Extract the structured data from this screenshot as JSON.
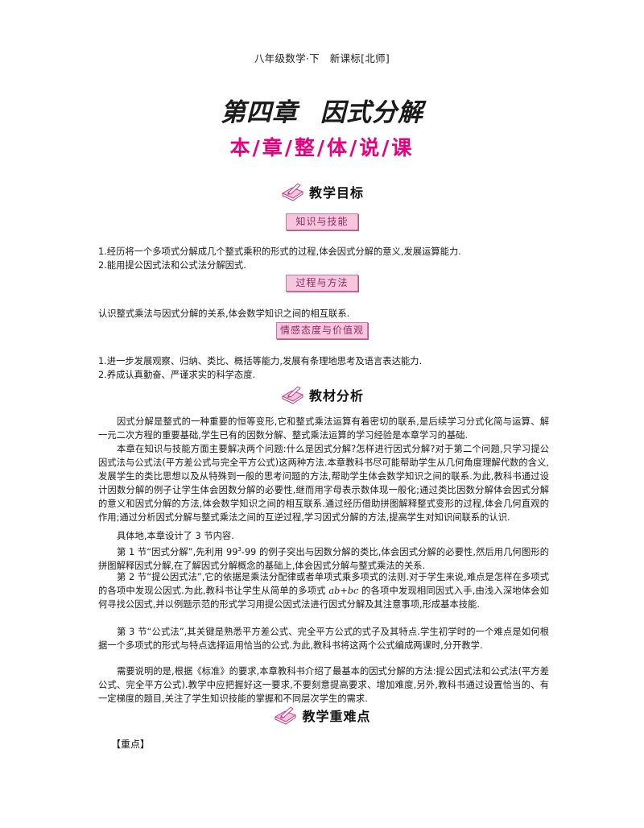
{
  "header": "八年级数学·下　新课标[北师]",
  "chapter_title": {
    "part1": "第四章",
    "part2": "因式分解"
  },
  "subtitle": "本/章/整/体/说/课",
  "sections": {
    "objectives": "教学目标",
    "analysis": "教材分析",
    "key_points": "教学重难点"
  },
  "tags": {
    "knowledge": "知识与技能",
    "process": "过程与方法",
    "attitude": "情感态度与价值观"
  },
  "objectives": {
    "knowledge_1": "1.经历将一个多项式分解成几个整式乘积的形式的过程,体会因式分解的意义,发展运算能力.",
    "knowledge_2": "2.能用提公因式法和公式法分解因式.",
    "process_1": "认识整式乘法与因式分解的关系,体会数学知识之间的相互联系.",
    "attitude_1": "1.进一步发展观察、归纳、类比、概括等能力,发展有条理地思考及语言表达能力.",
    "attitude_2": "2.养成认真勤奋、严谨求实的科学态度."
  },
  "analysis": {
    "para1": "因式分解是整式的一种重要的恒等变形,它和整式乘法运算有着密切的联系,是后续学习分式化简与运算、解一元二次方程的重要基础,学生已有的因数分解、整式乘法运算的学习经验是本章学习的基础.",
    "para2": "本章在知识与技能方面主要解决两个问题:什么是因式分解?怎样进行因式分解?对于第二个问题,只学习提公因式法与公式法(平方差公式与完全平方公式)这两种方法.本章教科书尽可能帮助学生从几何角度理解代数的含义,发展学生的类比思想以及从特殊到一般的思考问题的方法,帮助学生体会数学知识之间的联系.为此,教科书通过设计因数分解的例子让学生体会因数分解的必要性,继而用字母表示数体现一般化;通过类比因数分解体会因式分解的意义和因式分解的方法,体会数学知识之间的相互联系.通过经历借助拼图解释整式变形的过程,体会几何直观的作用;通过分析因式分解与整式乘法之间的互逆过程,学习因式分解的方法,提高学生对知识间联系的认识.",
    "para3": "具体地,本章设计了 3 节内容.",
    "para4_a": "第 1 节“因式分解”,先利用 99",
    "para4_sup": "3",
    "para4_b": "-99 的例子突出与因数分解的类比,体会因式分解的必要性,然后用几何图形的拼图解释因式分解,在了解因式分解概念的基础上,体会因式分解与整式乘法的关系.",
    "para5_a": "第 2 节“提公因式法”,它的依据是乘法分配律或者单项式乘多项式的法则.对于学生来说,难点是怎样在多项式的各项中发现公因式.为此,教科书让学生从简单的多项式 ",
    "para5_math": "ab+bc",
    "para5_b": " 的各项中发现相同因式入手,由浅入深地体会如何寻找公因式,并以例题示范的形式学习用提公因式法进行因式分解及其注意事项,形成基本技能.",
    "para6": "第 3 节“公式法”,其关键是熟悉平方差公式、完全平方公式的式子及其特点.学生初学时的一个难点是如何根据一个多项式的形式与特点选择运用恰当的公式.为此,教科书将这两个公式编成两课时,分开教学.",
    "para7": "需要说明的是,根据《标准》的要求,本章教科书介绍了最基本的因式分解的方法:提公因式法和公式法(平方差公式、完全平方公式).教学中应把握好这一要求,不要刻意提高要求、增加难度,另外,教科书通过设置恰当的、有一定梯度的题目,关注了学生知识技能的掌握和不同层次学生的需求."
  },
  "key_points_label": "【重点】",
  "colors": {
    "accent": "#e4007f",
    "tag_bg": "#f6c6dc"
  }
}
